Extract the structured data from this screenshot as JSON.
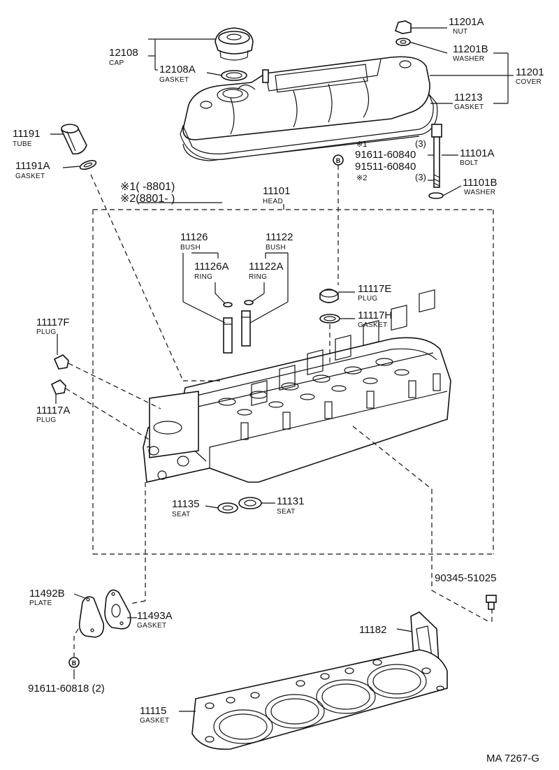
{
  "diagram_code": "MA 7267-G",
  "legend": {
    "note1": "※1(      -8801)",
    "note2": "※2(8801-        )"
  },
  "labels": {
    "p11201A": {
      "number": "11201A",
      "name": "NUT"
    },
    "p11201B": {
      "number": "11201B",
      "name": "WASHER"
    },
    "p11201": {
      "number": "11201",
      "name": "COVER"
    },
    "p11213": {
      "number": "11213",
      "name": "GASKET"
    },
    "p12108": {
      "number": "12108",
      "name": "CAP"
    },
    "p12108A": {
      "number": "12108A",
      "name": "GASKET"
    },
    "p11191": {
      "number": "11191",
      "name": "TUBE"
    },
    "p11191A": {
      "number": "11191A",
      "name": "GASKET"
    },
    "p11101": {
      "number": "11101",
      "name": "HEAD"
    },
    "p11101A": {
      "number": "11101A",
      "name": "BOLT"
    },
    "p11101B": {
      "number": "11101B",
      "name": "WASHER"
    },
    "p11126": {
      "number": "11126",
      "name": "BUSH"
    },
    "p11122": {
      "number": "11122",
      "name": "BUSH"
    },
    "p11126A": {
      "number": "11126A",
      "name": "RING"
    },
    "p11122A": {
      "number": "11122A",
      "name": "RING"
    },
    "p11117E": {
      "number": "11117E",
      "name": "PLUG"
    },
    "p11117H": {
      "number": "11117H",
      "name": "GASKET"
    },
    "p11117F": {
      "number": "11117F",
      "name": "PLUG"
    },
    "p11117A": {
      "number": "11117A",
      "name": "PLUG"
    },
    "p11135": {
      "number": "11135",
      "name": "SEAT"
    },
    "p11131": {
      "number": "11131",
      "name": "SEAT"
    },
    "p11492B": {
      "number": "11492B",
      "name": "PLATE"
    },
    "p11493A": {
      "number": "11493A",
      "name": "GASKET"
    },
    "p11182": {
      "number": "11182"
    },
    "p11115": {
      "number": "11115",
      "name": "GASKET"
    },
    "p90345": {
      "number": "90345-51025"
    }
  },
  "bolt_block": {
    "mark1": "※1",
    "bolt1": "91611-60840",
    "qty1": "(3)",
    "bolt2": "91511-60840",
    "mark2": "※2",
    "qty2": "(3)",
    "symbol": "B"
  },
  "bottom_bolt": {
    "symbol": "B",
    "number": "91611-60818 (2)"
  }
}
